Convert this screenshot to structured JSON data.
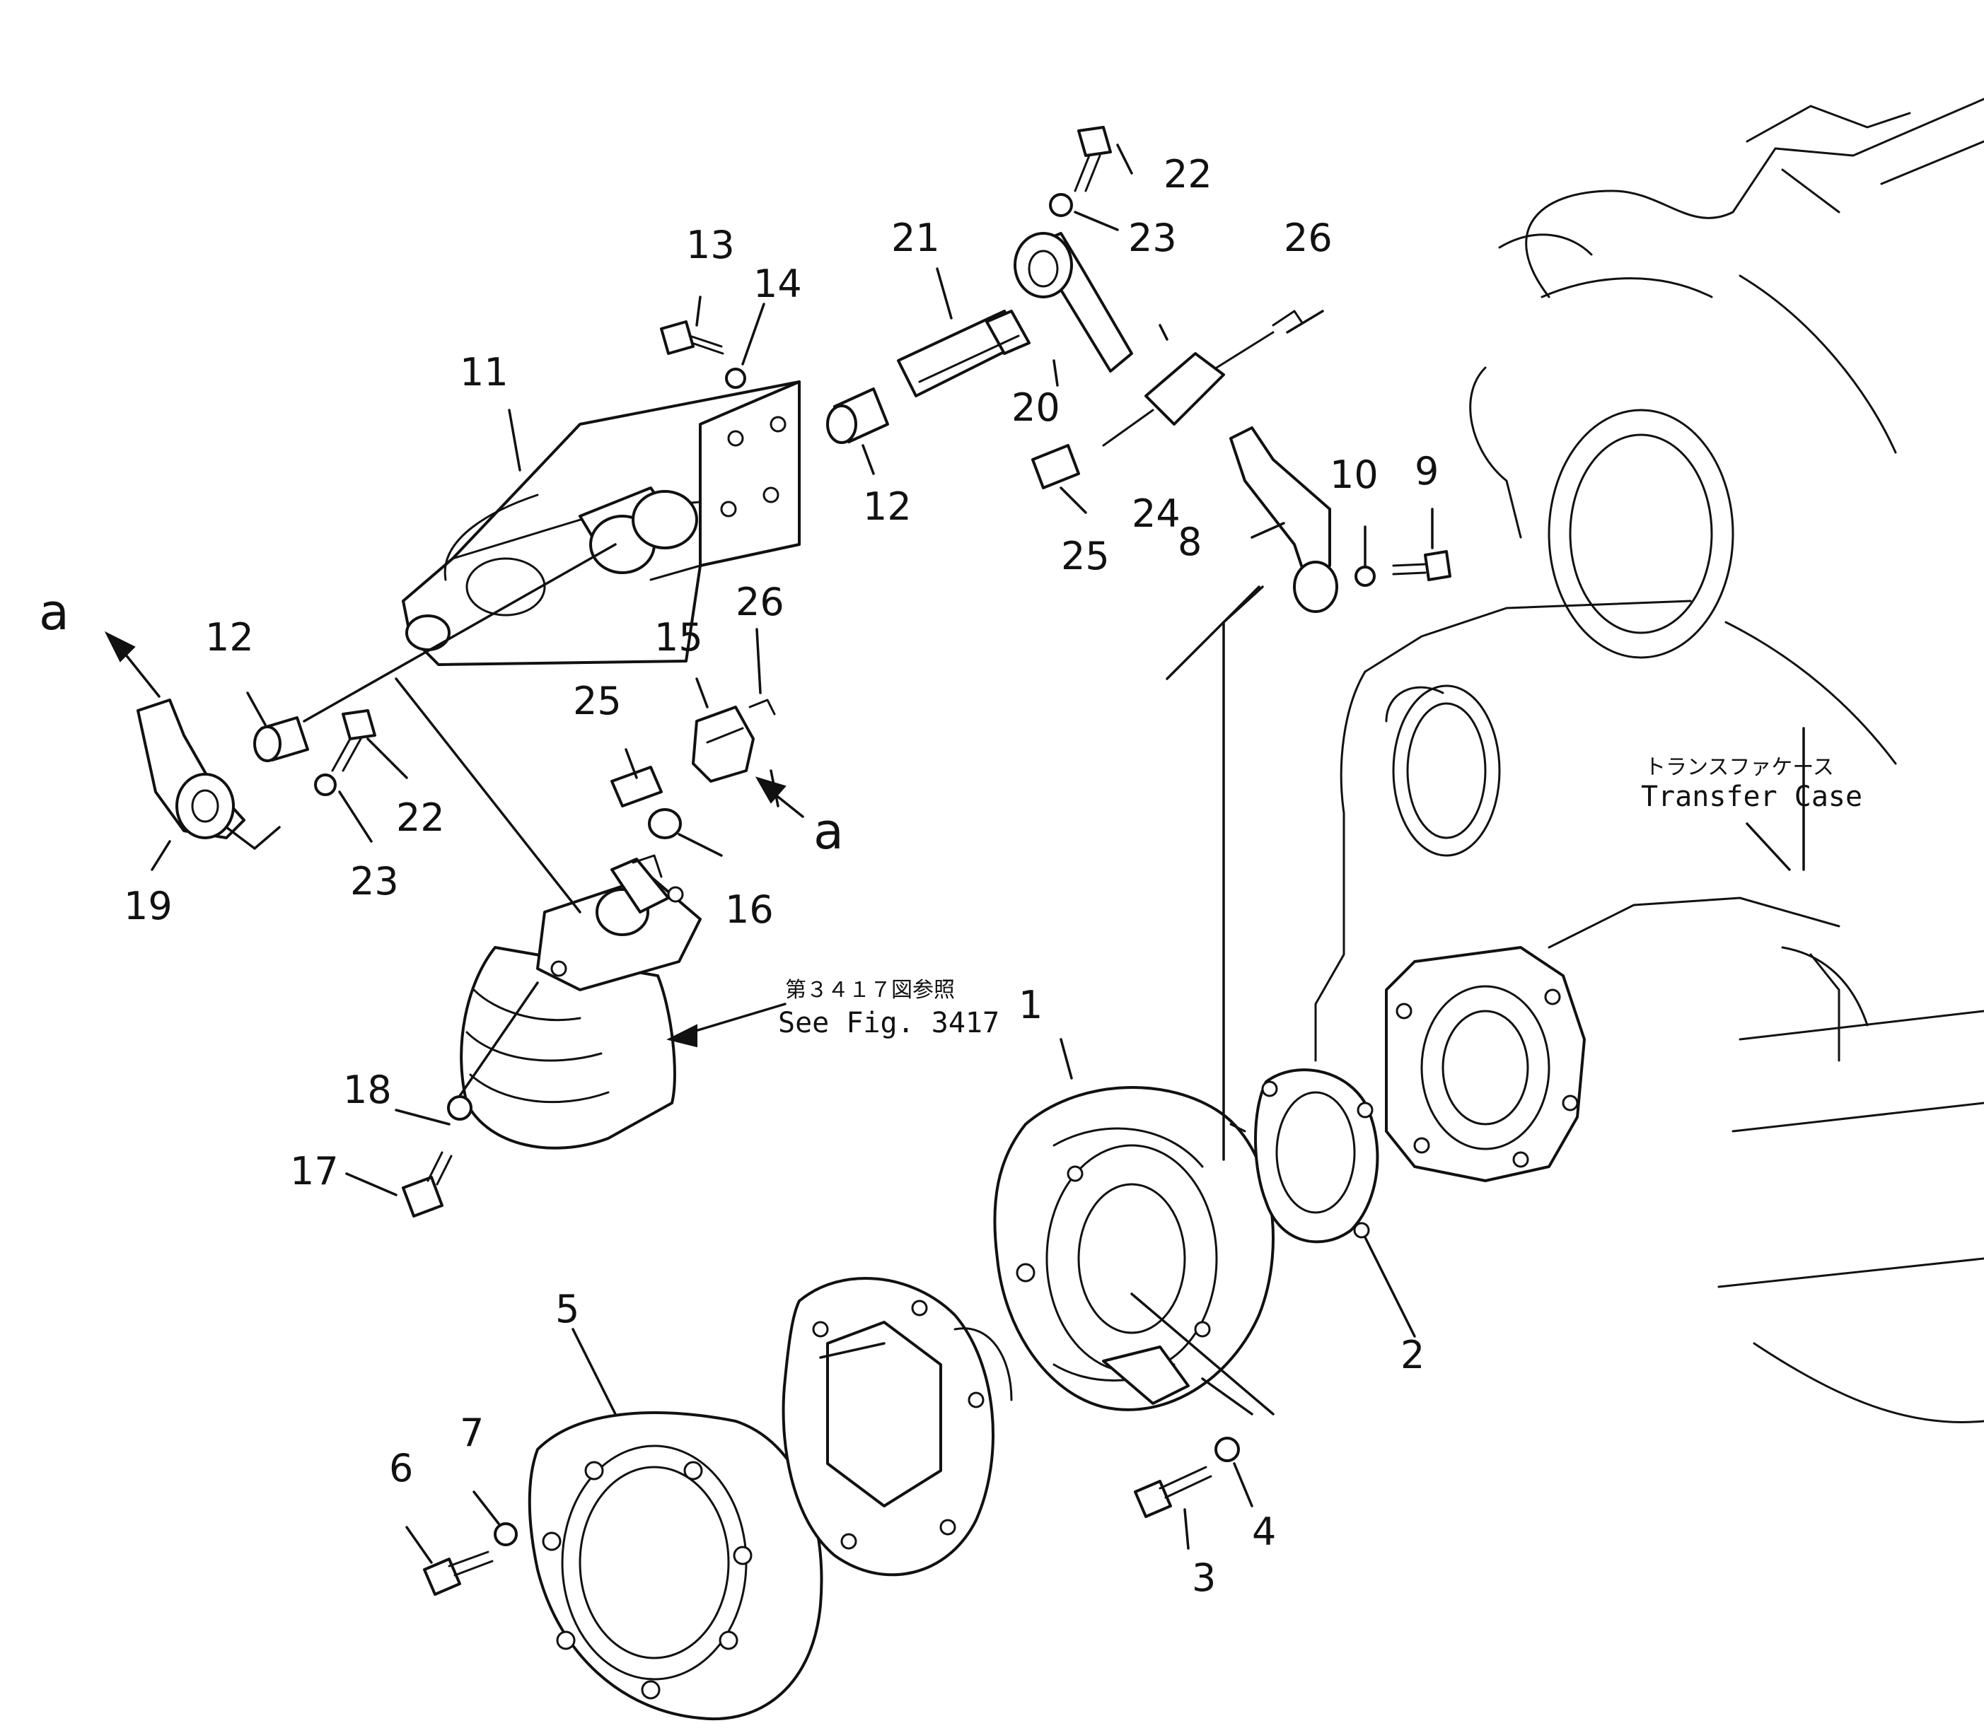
{
  "callouts": {
    "c1": "1",
    "c2": "2",
    "c3": "3",
    "c4": "4",
    "c5": "5",
    "c6": "6",
    "c7": "7",
    "c8": "8",
    "c9": "9",
    "c10": "10",
    "c11": "11",
    "c12a": "12",
    "c12b": "12",
    "c13": "13",
    "c14": "14",
    "c15": "15",
    "c16": "16",
    "c17": "17",
    "c18": "18",
    "c19": "19",
    "c20": "20",
    "c21": "21",
    "c22a": "22",
    "c22b": "22",
    "c23a": "23",
    "c23b": "23",
    "c24": "24",
    "c25a": "25",
    "c25b": "25",
    "c26a": "26",
    "c26b": "26",
    "a_left": "a",
    "a_right": "a"
  },
  "notes": {
    "see_fig_jp": "第３４１７図参照",
    "see_fig_en": "See Fig. 3417",
    "transfer_case_jp": "トランスファケース",
    "transfer_case_en": "Transfer  Case"
  }
}
